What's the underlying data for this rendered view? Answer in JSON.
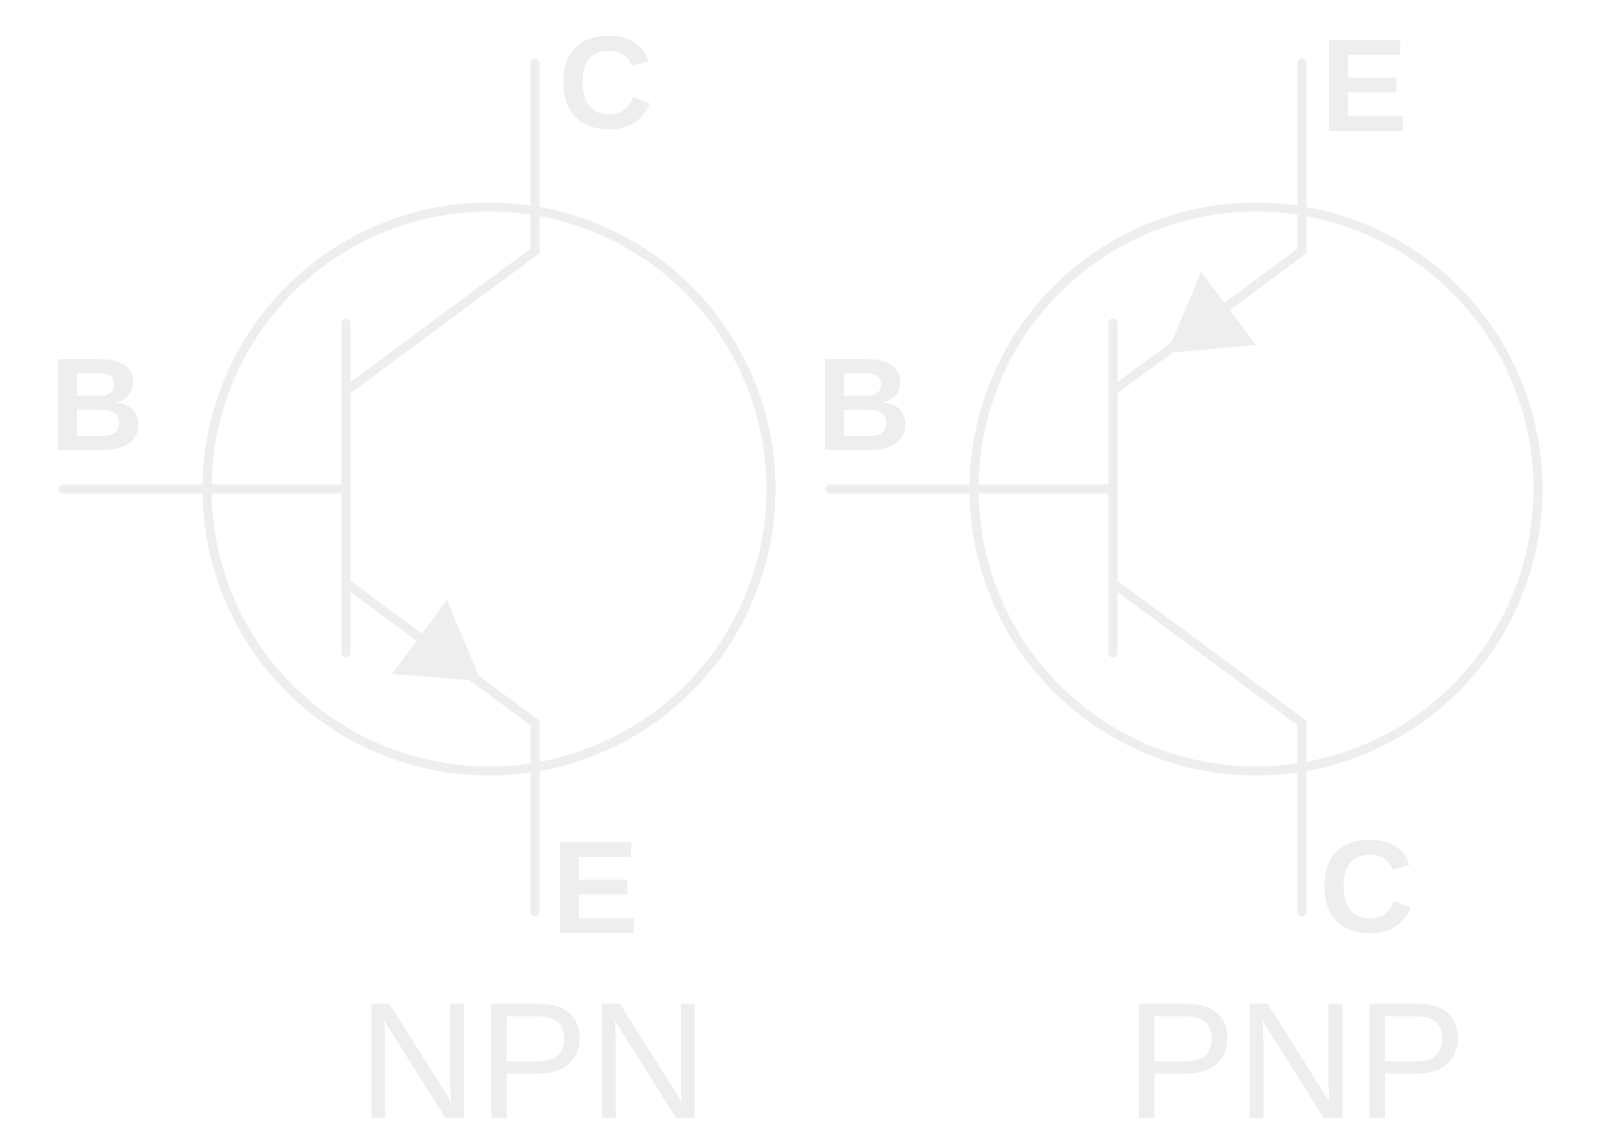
{
  "colors": {
    "line": "#eeeeee",
    "background": "#ffffff"
  },
  "symbols": [
    {
      "caption": "NPN",
      "labels": {
        "base": "B",
        "top": "C",
        "bottom": "E"
      },
      "arrow": "outward-on-emitter"
    },
    {
      "caption": "PNP",
      "labels": {
        "base": "B",
        "top": "E",
        "bottom": "C"
      },
      "arrow": "inward-on-emitter"
    }
  ]
}
